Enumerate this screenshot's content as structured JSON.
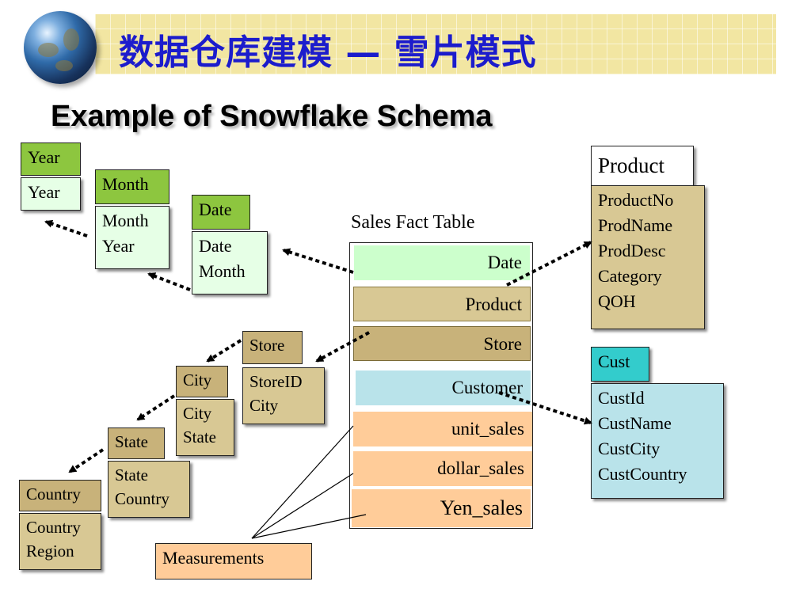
{
  "page": {
    "title_cn": "数据仓库建模 — 雪片模式",
    "subtitle": "Example of Snowflake Schema"
  },
  "fact_table": {
    "label": "Sales Fact Table",
    "rows": [
      "Date",
      "Product",
      "Store",
      "Customer",
      "unit_sales",
      "dollar_sales",
      "Yen_sales"
    ]
  },
  "dimensions": {
    "year": {
      "header": "Year",
      "fields": [
        "Year"
      ]
    },
    "month": {
      "header": "Month",
      "fields": [
        "Month",
        "Year"
      ]
    },
    "date": {
      "header": "Date",
      "fields": [
        "Date",
        "Month"
      ]
    },
    "product": {
      "header": "Product",
      "fields": [
        "ProductNo",
        "ProdName",
        "ProdDesc",
        "Category",
        "QOH"
      ]
    },
    "cust": {
      "header": "Cust",
      "fields": [
        "CustId",
        "CustName",
        "CustCity",
        "CustCountry"
      ]
    },
    "store": {
      "header": "Store",
      "fields": [
        "StoreID",
        "City"
      ]
    },
    "city": {
      "header": "City",
      "fields": [
        "City",
        "State"
      ]
    },
    "state": {
      "header": "State",
      "fields": [
        "State",
        "Country"
      ]
    },
    "country": {
      "header": "Country",
      "fields": [
        "Country",
        "Region"
      ]
    }
  },
  "callout": {
    "label": "Measurements"
  },
  "colors": {
    "title_blue": "#1c1ccc",
    "date_green": "#8dc63f",
    "product_tan": "#d8c894",
    "cust_teal": "#33cccc",
    "measure_peach": "#ffcc99"
  }
}
